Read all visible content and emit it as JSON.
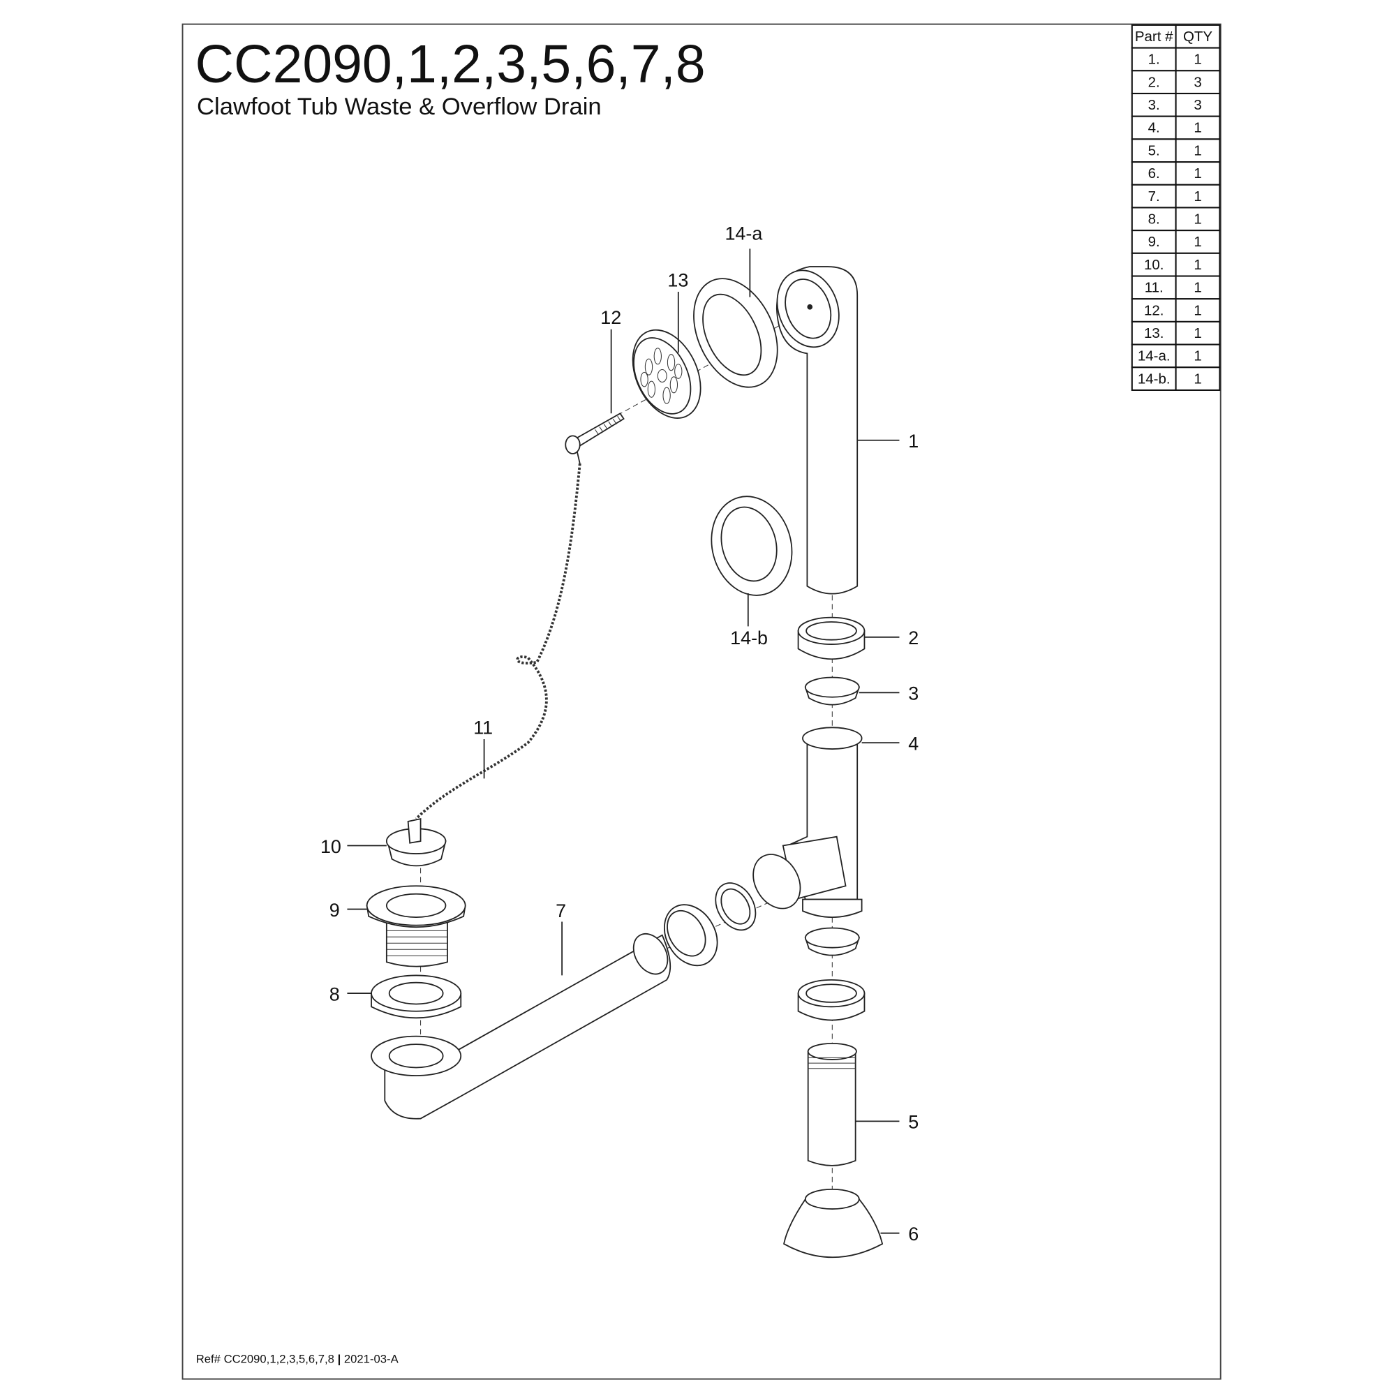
{
  "header": {
    "title": "CC2090,1,2,3,5,6,7,8",
    "subtitle": "Clawfoot Tub Waste & Overflow Drain"
  },
  "parts_table": {
    "headers": [
      "Part #",
      "QTY"
    ],
    "rows": [
      {
        "part": "1.",
        "qty": "1"
      },
      {
        "part": "2.",
        "qty": "3"
      },
      {
        "part": "3.",
        "qty": "3"
      },
      {
        "part": "4.",
        "qty": "1"
      },
      {
        "part": "5.",
        "qty": "1"
      },
      {
        "part": "6.",
        "qty": "1"
      },
      {
        "part": "7.",
        "qty": "1"
      },
      {
        "part": "8.",
        "qty": "1"
      },
      {
        "part": "9.",
        "qty": "1"
      },
      {
        "part": "10.",
        "qty": "1"
      },
      {
        "part": "11.",
        "qty": "1"
      },
      {
        "part": "12.",
        "qty": "1"
      },
      {
        "part": "13.",
        "qty": "1"
      },
      {
        "part": "14-a.",
        "qty": "1"
      },
      {
        "part": "14-b.",
        "qty": "1"
      }
    ]
  },
  "callouts": {
    "c1": "1",
    "c2": "2",
    "c3": "3",
    "c4": "4",
    "c5": "5",
    "c6": "6",
    "c7": "7",
    "c8": "8",
    "c9": "9",
    "c10": "10",
    "c11": "11",
    "c12": "12",
    "c13": "13",
    "c14a": "14-a",
    "c14b": "14-b"
  },
  "footer": {
    "ref": "Ref# CC2090,1,2,3,5,6,7,8",
    "separator": "|",
    "revision": "2021-03-A"
  }
}
